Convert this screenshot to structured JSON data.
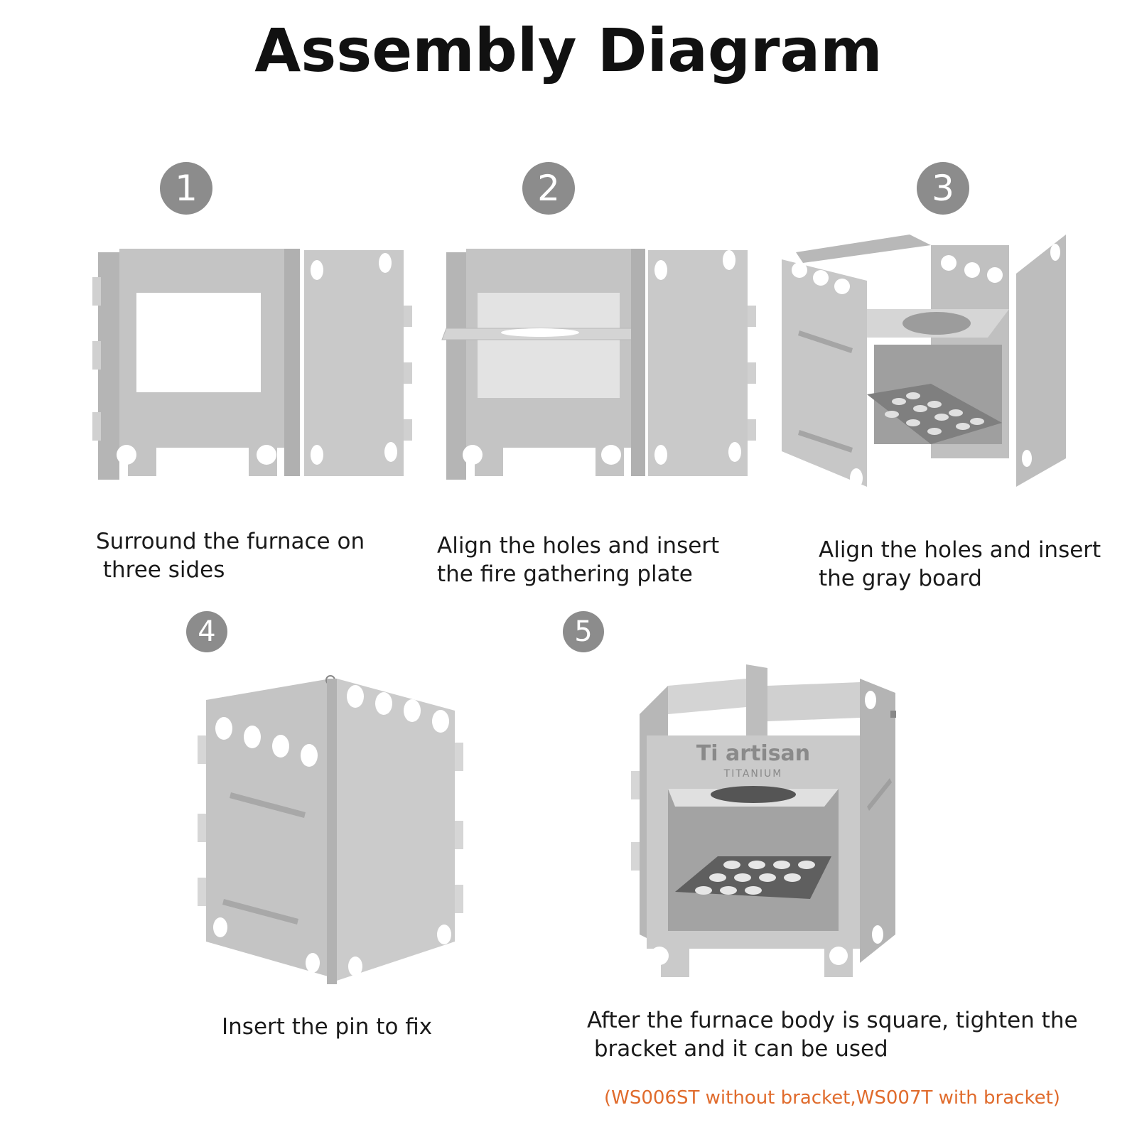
{
  "title": "Assembly Diagram",
  "steps": [
    {
      "number": "1",
      "caption": "Surround the furnace on\n three sides"
    },
    {
      "number": "2",
      "caption": "Align the holes and insert\nthe fire gathering plate"
    },
    {
      "number": "3",
      "caption": "Align the holes and insert\nthe gray board"
    },
    {
      "number": "4",
      "caption": "Insert the pin to fix"
    },
    {
      "number": "5",
      "caption": "After the furnace body is square, tighten the\n bracket and it can be used"
    }
  ],
  "brand": {
    "name": "Ti artisan",
    "sub": "TITANIUM"
  },
  "note": "(WS006ST without bracket,WS007T with bracket)",
  "colors": {
    "badge": "#8c8c8c",
    "metal": "#c4c4c4",
    "metal_dark": "#a9a9a9",
    "note": "#e06b2c"
  }
}
